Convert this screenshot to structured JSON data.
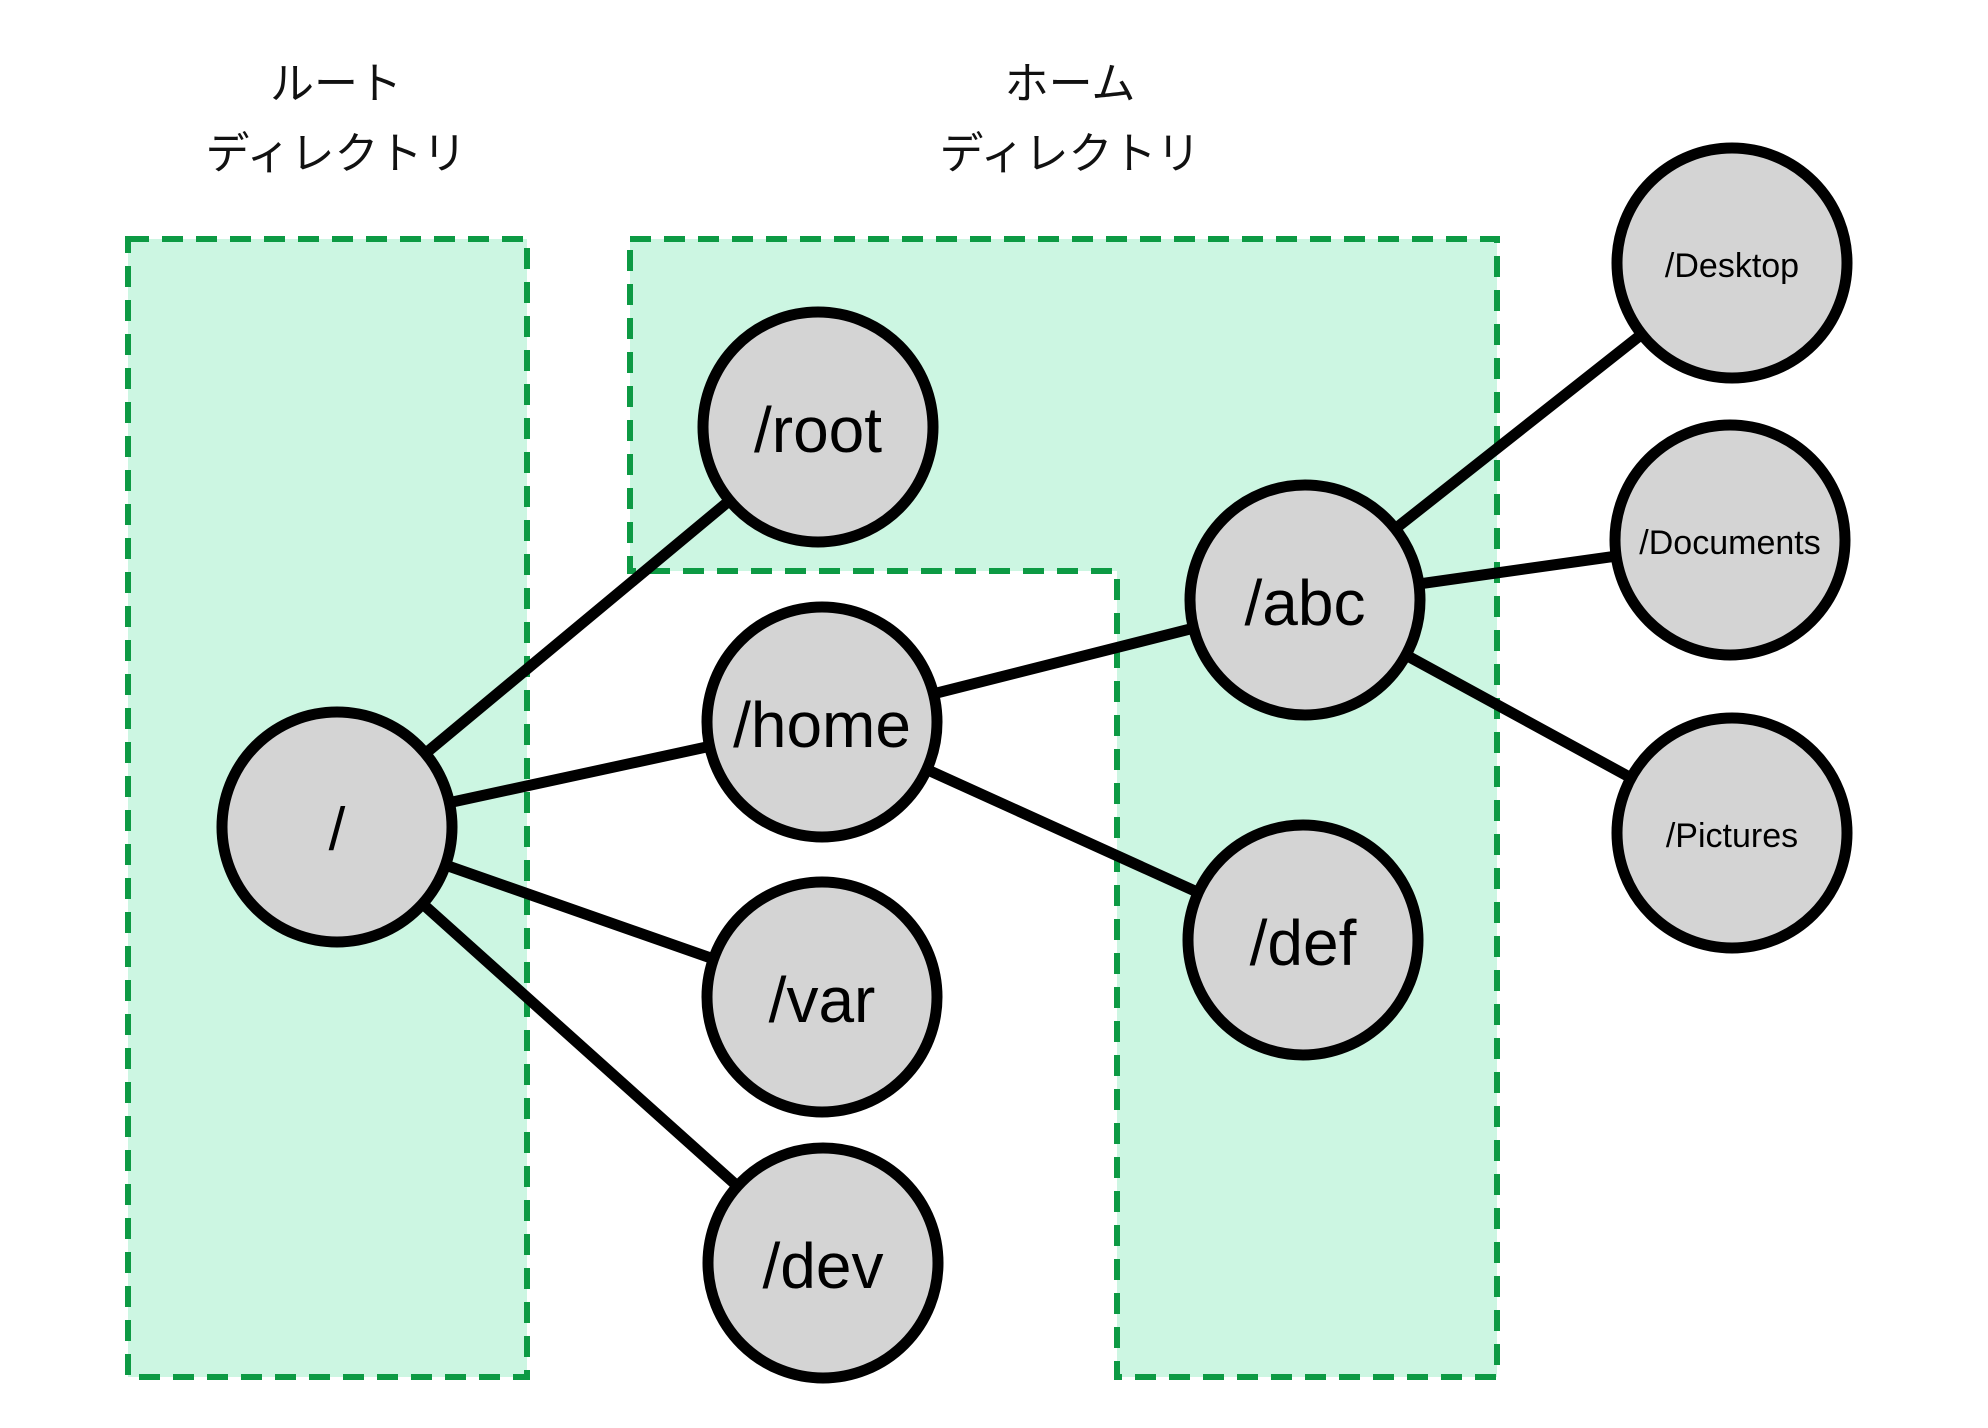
{
  "headers": {
    "root": {
      "line1": "ルート",
      "line2": "ディレクトリ"
    },
    "home": {
      "line1": "ホーム",
      "line2": "ディレクトリ"
    }
  },
  "nodes": [
    {
      "id": "fs-root",
      "label": "/"
    },
    {
      "id": "root",
      "label": "/root"
    },
    {
      "id": "home",
      "label": "/home"
    },
    {
      "id": "var",
      "label": "/var"
    },
    {
      "id": "dev",
      "label": "/dev"
    },
    {
      "id": "abc",
      "label": "/abc"
    },
    {
      "id": "def",
      "label": "/def"
    },
    {
      "id": "desktop",
      "label": "/Desktop"
    },
    {
      "id": "documents",
      "label": "/Documents"
    },
    {
      "id": "pictures",
      "label": "/Pictures"
    }
  ],
  "edges": [
    {
      "from": "/",
      "to": "/root"
    },
    {
      "from": "/",
      "to": "/home"
    },
    {
      "from": "/",
      "to": "/var"
    },
    {
      "from": "/",
      "to": "/dev"
    },
    {
      "from": "/home",
      "to": "/abc"
    },
    {
      "from": "/home",
      "to": "/def"
    },
    {
      "from": "/abc",
      "to": "/Desktop"
    },
    {
      "from": "/abc",
      "to": "/Documents"
    },
    {
      "from": "/abc",
      "to": "/Pictures"
    }
  ],
  "colors": {
    "background": "#ffffff",
    "region_fill": "#ccf6e2",
    "region_border": "#0d9a44",
    "node_fill": "#d4d4d4",
    "node_border": "#000000",
    "edge_color": "#000000",
    "text_color": "#000000"
  }
}
